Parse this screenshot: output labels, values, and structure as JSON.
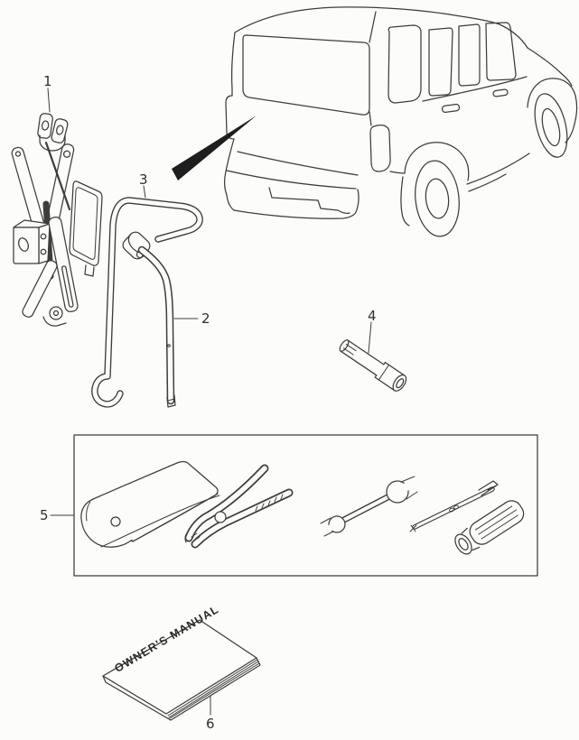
{
  "figure": {
    "type": "vehicle-tools-parts-diagram",
    "colors": {
      "bg": "#fcfcfa",
      "line": "#3d3d3d",
      "dark": "#1e1e1e",
      "label": "#2e2e2e"
    }
  },
  "part_labels": {
    "jack": "1",
    "wheel_wrench": "2",
    "jack_handle": "3",
    "wheel_nut_socket": "4",
    "tool_kit_bag": "5",
    "owners_manual": "6"
  },
  "owners_manual": {
    "cover_text": "OWNER'S MANUAL"
  }
}
